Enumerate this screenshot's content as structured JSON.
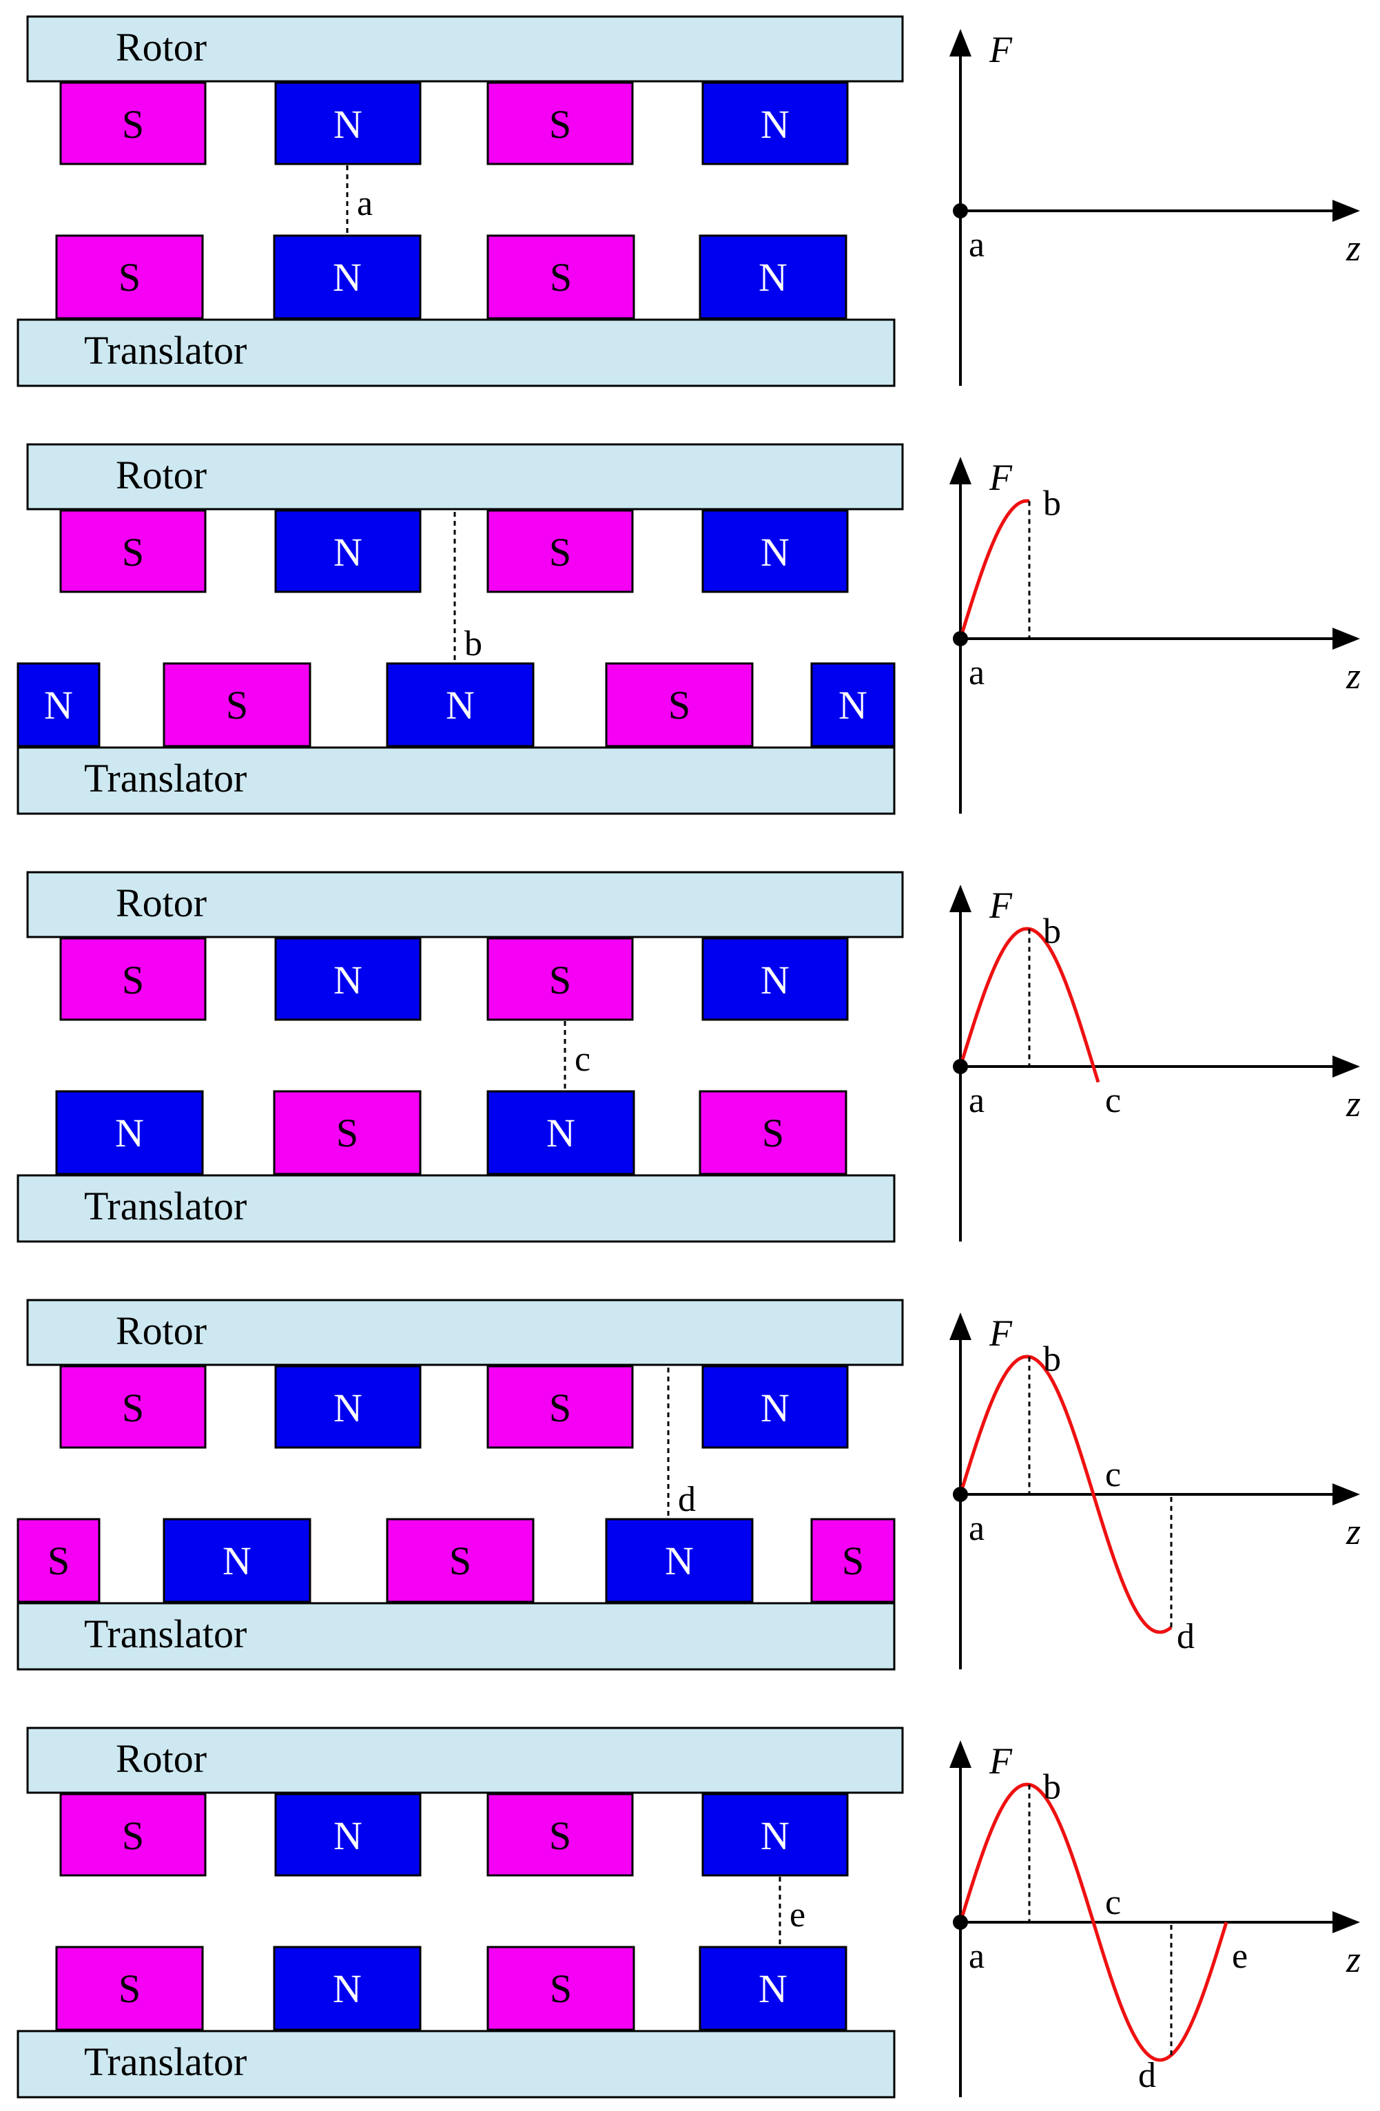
{
  "labels": {
    "rotor": "Rotor",
    "translator": "Translator",
    "s": "S",
    "n": "N",
    "force_axis": "F",
    "position_axis": "z"
  },
  "colors": {
    "s_pole": "#f500f5",
    "n_pole": "#0000f0",
    "bar": "#cde8f0",
    "curve": "#ee1111",
    "s_text": "#000000",
    "n_text": "#ffffff"
  },
  "rotor_poles": [
    "S",
    "N",
    "S",
    "N"
  ],
  "panels": [
    {
      "id": "a",
      "translator_poles": [
        "S",
        "N",
        "S",
        "N"
      ],
      "gap_marker": "a",
      "curve_points": [
        "a"
      ]
    },
    {
      "id": "b",
      "translator_poles": [
        "N",
        "S",
        "N",
        "S",
        "N"
      ],
      "gap_marker": "b",
      "curve_points": [
        "a",
        "b"
      ]
    },
    {
      "id": "c",
      "translator_poles": [
        "N",
        "S",
        "N",
        "S"
      ],
      "gap_marker": "c",
      "curve_points": [
        "a",
        "b",
        "c"
      ]
    },
    {
      "id": "d",
      "translator_poles": [
        "S",
        "N",
        "S",
        "N",
        "S"
      ],
      "gap_marker": "d",
      "curve_points": [
        "a",
        "b",
        "c",
        "d"
      ]
    },
    {
      "id": "e",
      "translator_poles": [
        "S",
        "N",
        "S",
        "N"
      ],
      "gap_marker": "e",
      "curve_points": [
        "a",
        "b",
        "c",
        "d",
        "e"
      ]
    }
  ]
}
